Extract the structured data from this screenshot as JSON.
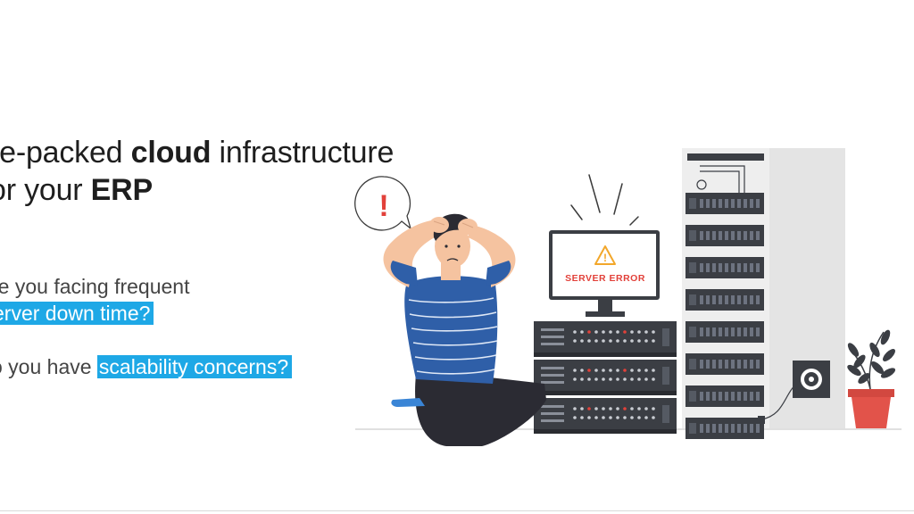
{
  "headline": {
    "line1_pre": "re-packed ",
    "line1_bold": "cloud",
    "line1_post": " infrastructure",
    "line2_pre": "or your ",
    "line2_bold": "ERP"
  },
  "questions": {
    "q1_line1": "re you facing frequent",
    "q1_line2_highlight": "erver down time?",
    "q2_plain": "o you have ",
    "q2_highlight": "scalability concerns?"
  },
  "illustration": {
    "monitor_text": "SERVER ERROR",
    "alert_symbol": "!",
    "warning_symbol": "!"
  },
  "colors": {
    "highlight": "#1ea8e6",
    "error_red": "#e2413a",
    "shirt_blue": "#2f5fa8",
    "server_dark": "#3b3e44",
    "pot_red": "#e2534a"
  }
}
